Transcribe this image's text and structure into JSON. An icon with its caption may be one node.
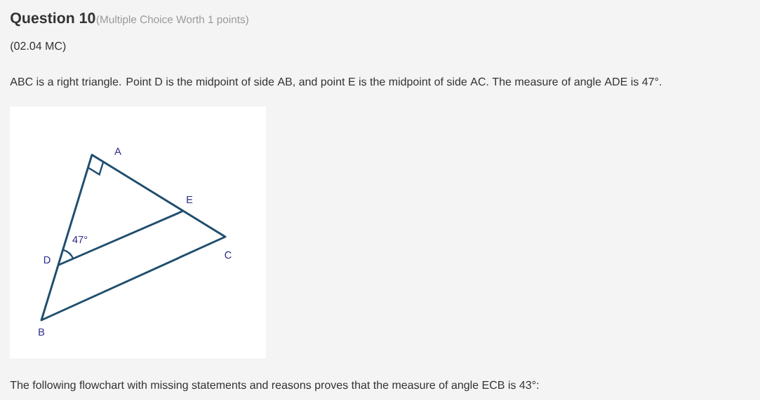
{
  "diagram": {
    "title": "Question 10",
    "labels": [
      "(Multiple Choice Worth 1 points)",
      "(02.04 MC)",
      "ABC is a right triangle. Point D is the midpoint of side AB, and point E is the midpoint of side AC. The measure of angle ADE is 47°.",
      "A",
      "E",
      "47°",
      "D",
      "C",
      "B",
      "The following flowchart with missing statements and reasons proves that the measure of angle ECB is 43°:"
    ]
  }
}
